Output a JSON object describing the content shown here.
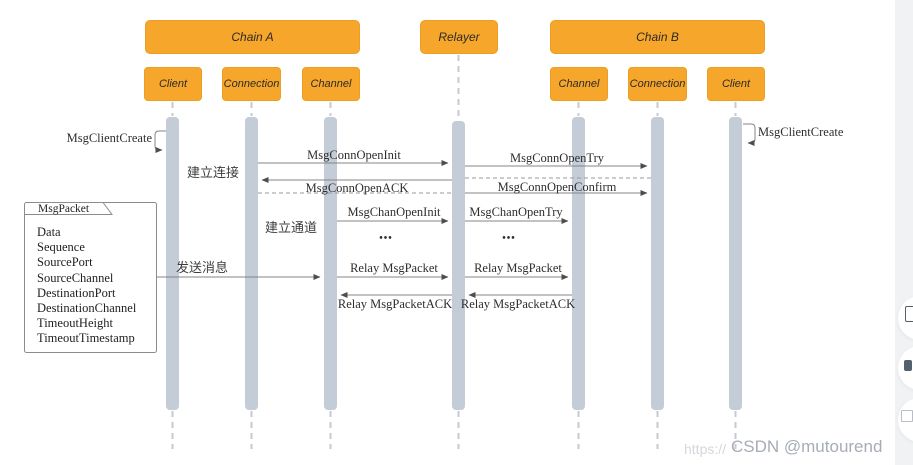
{
  "headers": [
    {
      "label": "Chain A"
    },
    {
      "label": "Relayer"
    },
    {
      "label": "Chain B"
    }
  ],
  "participants": [
    {
      "label": "Client"
    },
    {
      "label": "Connection"
    },
    {
      "label": "Channel"
    },
    {
      "label": "Channel"
    },
    {
      "label": "Connection"
    },
    {
      "label": "Client"
    }
  ],
  "self_messages": {
    "left": "MsgClientCreate",
    "right": "MsgClientCreate"
  },
  "phases": {
    "connect": "建立连接",
    "channel": "建立通道",
    "send": "发送消息"
  },
  "messages": {
    "conn_open_init": "MsgConnOpenInit",
    "conn_open_try": "MsgConnOpenTry",
    "conn_open_ack": "MsgConnOpenACK",
    "conn_open_confirm": "MsgConnOpenConfirm",
    "chan_open_init": "MsgChanOpenInit",
    "chan_open_try": "MsgChanOpenTry",
    "ellipsis": "•••",
    "relay_packet": "Relay MsgPacket",
    "relay_packet_ack": "Relay MsgPacketACK"
  },
  "packet": {
    "title": "MsgPacket",
    "fields": [
      "Data",
      "Sequence",
      "SourcePort",
      "SourceChannel",
      "DestinationPort",
      "DestinationChannel",
      "TimeoutHeight",
      "TimeoutTimestamp"
    ]
  },
  "watermark": {
    "prefix": "https://",
    "handle": "CSDN @mutourend"
  },
  "colors": {
    "box_orange": "#F6A62B",
    "activation_bar": "#C4CCD7",
    "line_gray": "#858585"
  },
  "side_panel": {
    "buttons": [
      {
        "icon": "panel-fragment-icon"
      },
      {
        "icon": "dot-fragment-icon"
      },
      {
        "icon": "char-fragment-icon"
      }
    ]
  }
}
